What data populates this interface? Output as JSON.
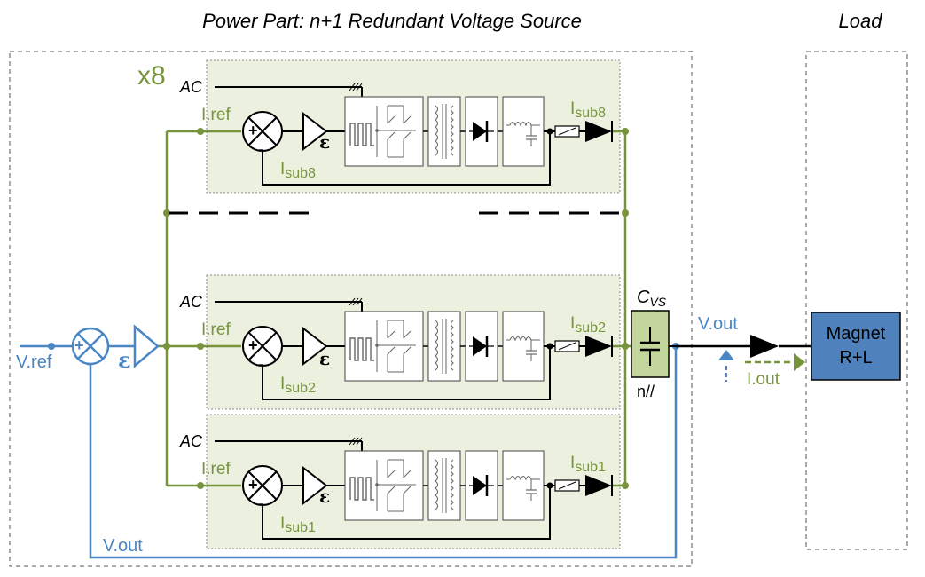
{
  "titles": {
    "power_part": "Power Part: n+1 Redundant Voltage Source",
    "load": "Load"
  },
  "multiplier": "x8",
  "outer_loop": {
    "vref": "V.ref",
    "epsilon": "ε",
    "vout_feedback": "V.out"
  },
  "modules": [
    {
      "id": "8",
      "ac": "AC",
      "iref": "I.ref",
      "epsilon": "ε",
      "isub_base": "I",
      "isub_sub": "sub8"
    },
    {
      "id": "2",
      "ac": "AC",
      "iref": "I.ref",
      "epsilon": "ε",
      "isub_base": "I",
      "isub_sub": "sub2"
    },
    {
      "id": "1",
      "ac": "AC",
      "iref": "I.ref",
      "epsilon": "ε",
      "isub_base": "I",
      "isub_sub": "sub1"
    }
  ],
  "capacitor": {
    "label_base": "C",
    "label_sub": "VS",
    "parallel": "n//"
  },
  "output": {
    "vout": "V.out",
    "iout": "I.out"
  },
  "magnet": {
    "line1": "Magnet",
    "line2": "R+L"
  },
  "colors": {
    "green": "#77933c",
    "blue": "#4a86c5",
    "module_fill": "#ebf1de",
    "magnet_fill": "#4f81bd",
    "cap_fill": "#c3d69b"
  }
}
